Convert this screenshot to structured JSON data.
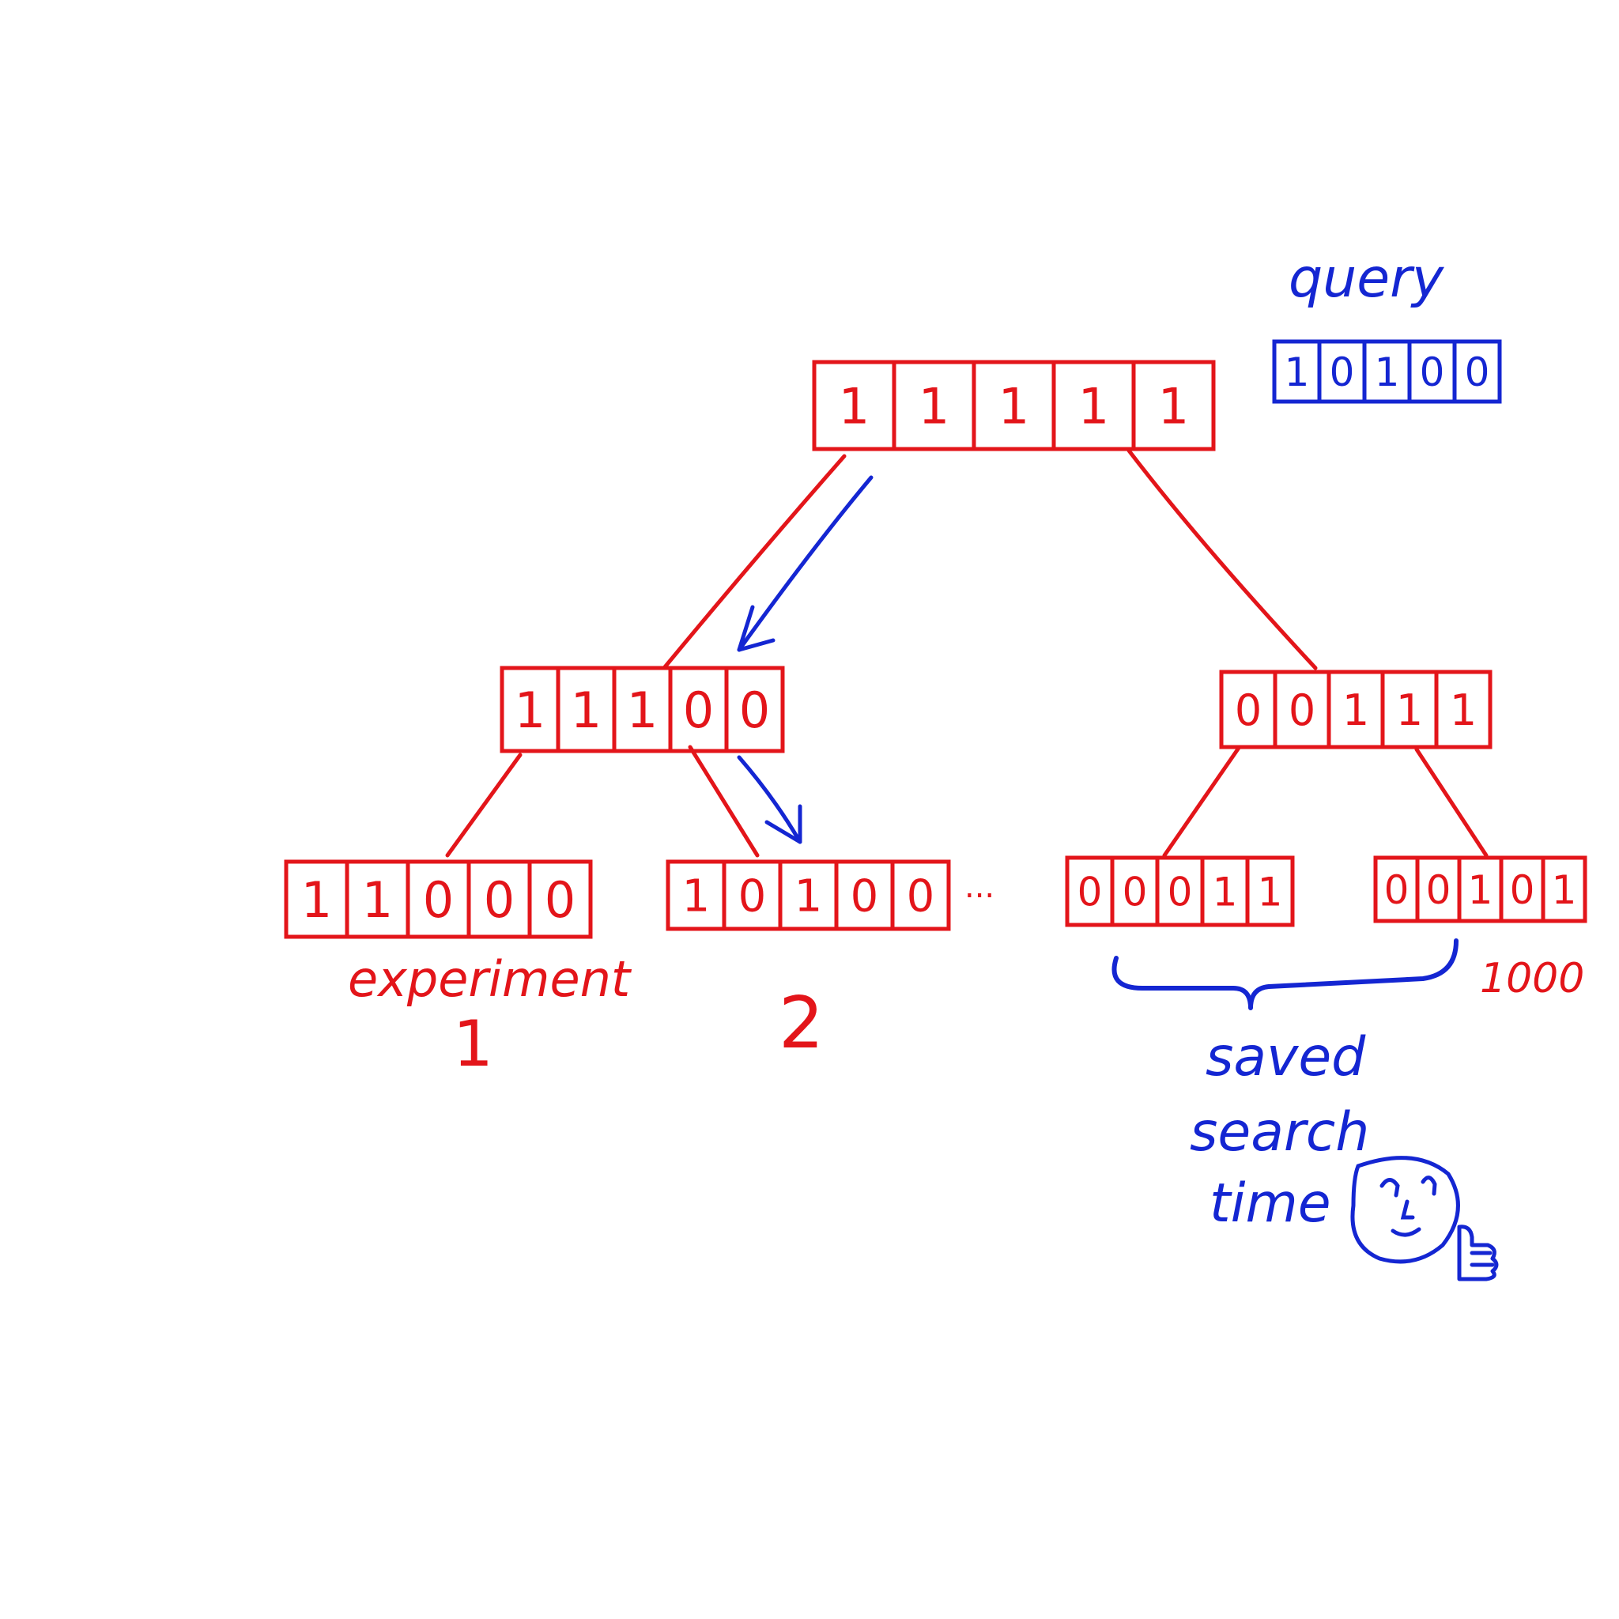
{
  "colors": {
    "tree": "#e3151a",
    "query": "#1426d2",
    "background": "#ffffff"
  },
  "query": {
    "title": "query",
    "bits": [
      "1",
      "0",
      "1",
      "0",
      "0"
    ]
  },
  "tree": {
    "root": {
      "bits": [
        "1",
        "1",
        "1",
        "1",
        "1"
      ]
    },
    "left": {
      "bits": [
        "1",
        "1",
        "1",
        "0",
        "0"
      ]
    },
    "right": {
      "bits": [
        "0",
        "0",
        "1",
        "1",
        "1"
      ]
    },
    "leaves": [
      {
        "bits": [
          "1",
          "1",
          "0",
          "0",
          "0"
        ],
        "label": "experiment",
        "number": "1"
      },
      {
        "bits": [
          "1",
          "0",
          "1",
          "0",
          "0"
        ],
        "label": "",
        "number": "2"
      },
      {
        "bits": [
          "0",
          "0",
          "0",
          "1",
          "1"
        ],
        "label": "",
        "number": ""
      },
      {
        "bits": [
          "0",
          "0",
          "1",
          "0",
          "1"
        ],
        "label": "",
        "number": "1000"
      }
    ],
    "ellipsis": "..."
  },
  "annotation": {
    "lines": [
      "saved",
      "search",
      "time"
    ],
    "icons": [
      "smiley-face-icon",
      "thumbs-up-icon"
    ]
  }
}
